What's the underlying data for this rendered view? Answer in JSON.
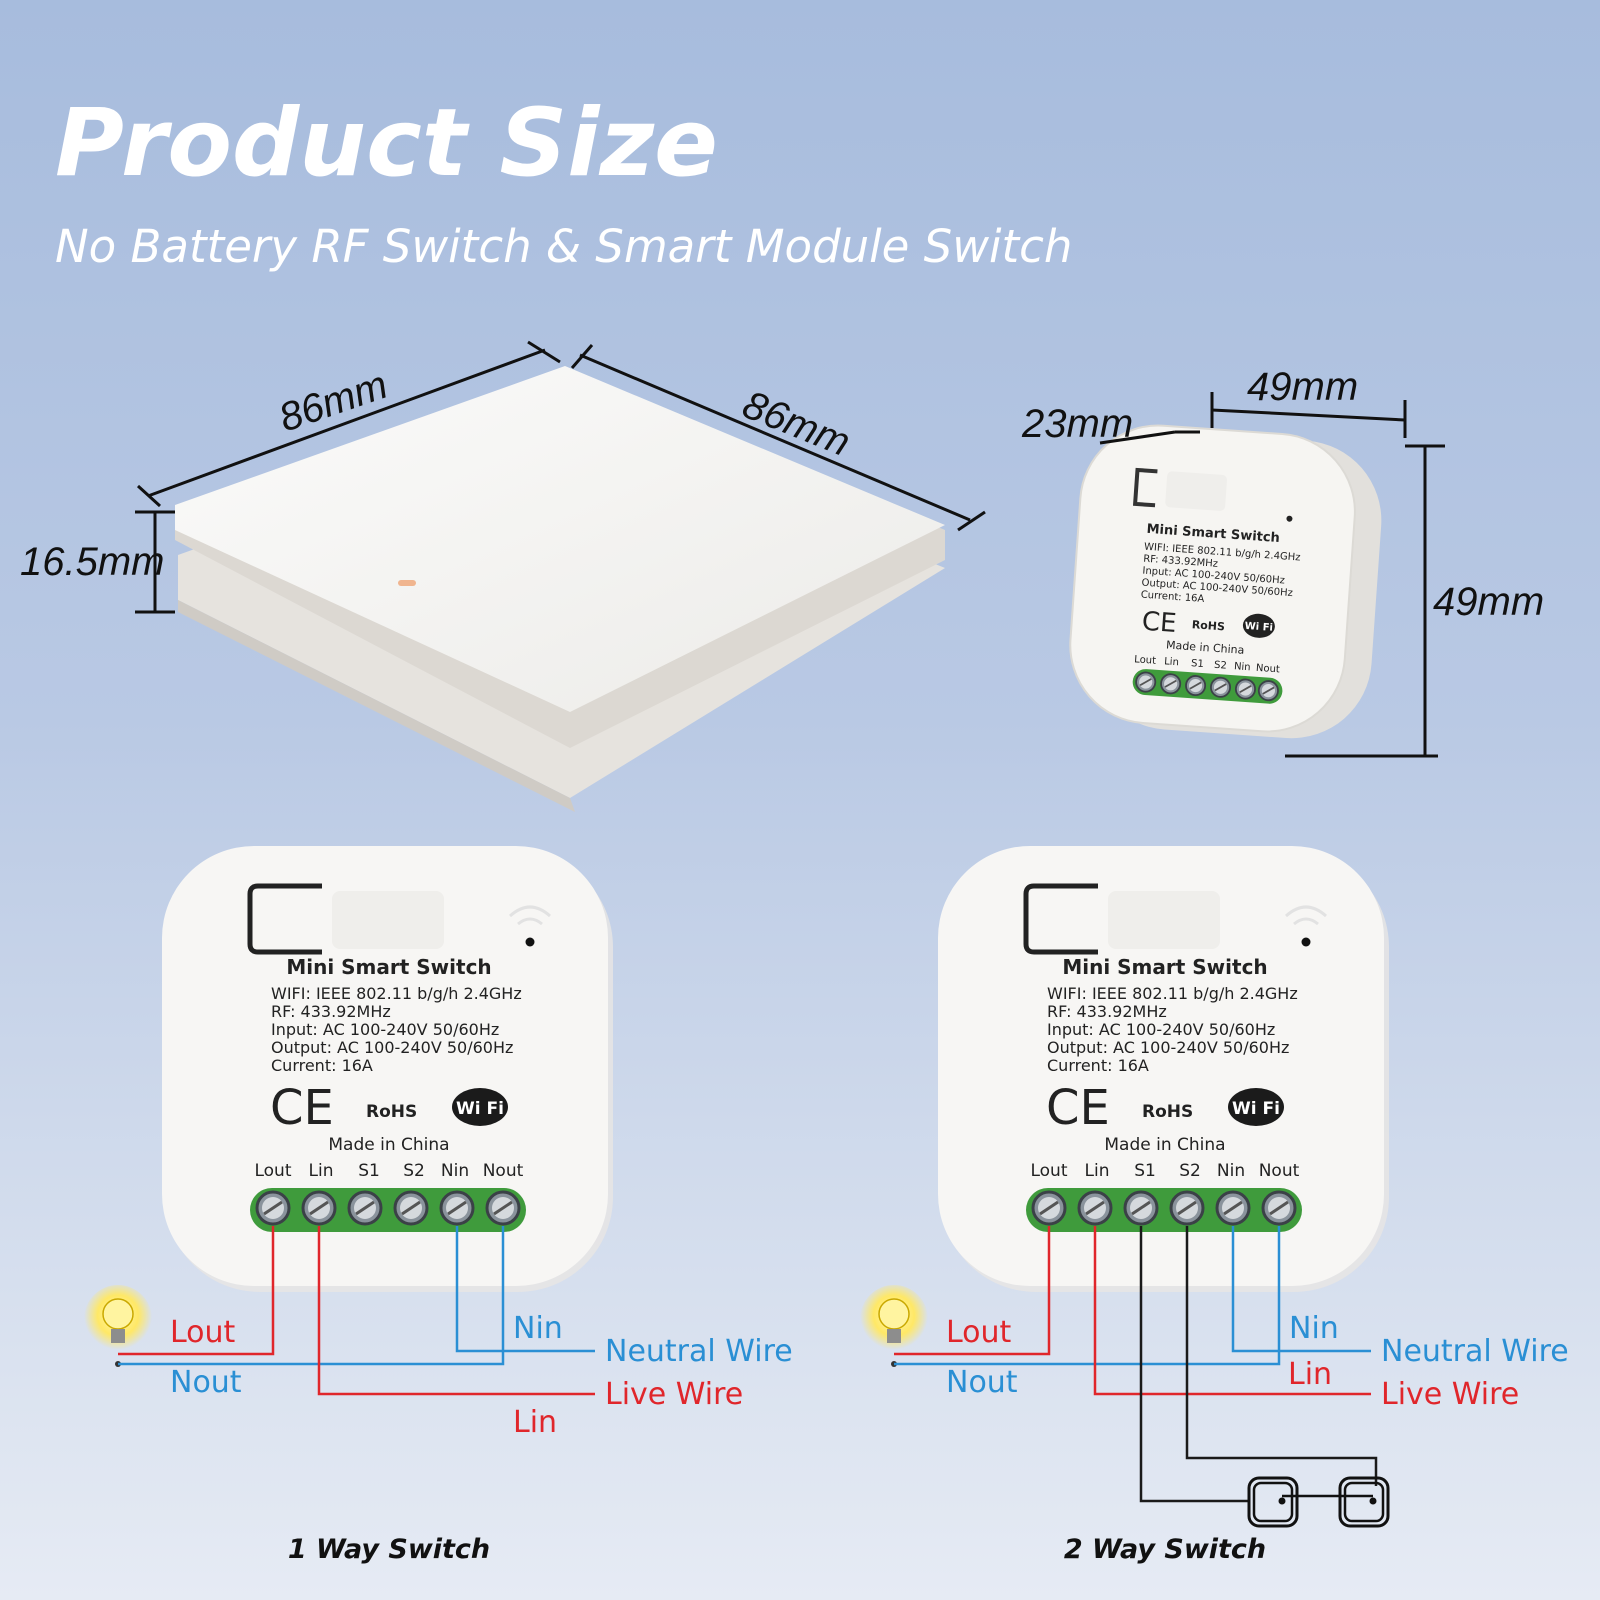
{
  "header": {
    "title": "Product Size",
    "subtitle": "No Battery RF Switch & Smart Module Switch"
  },
  "rf_switch": {
    "width_label": "86mm",
    "depth_label": "86mm",
    "height_label": "16.5mm"
  },
  "module_dims": {
    "depth_label": "23mm",
    "width_label": "49mm",
    "height_label": "49mm"
  },
  "module_label": {
    "name": "Mini Smart Switch",
    "wifi": "WIFI: IEEE 802.11 b/g/h  2.4GHz",
    "rf": "RF: 433.92MHz",
    "input": "Input:  AC 100-240V  50/60Hz",
    "output": "Output:  AC 100-240V  50/60Hz",
    "current": "Current:  16A",
    "ce": "CE",
    "rohs": "RoHS",
    "wifi_logo": "Wi Fi",
    "origin": "Made in China",
    "terminals": [
      "Lout",
      "Lin",
      "S1",
      "S2",
      "Nin",
      "Nout"
    ]
  },
  "wiring": {
    "lout": "Lout",
    "nout": "Nout",
    "nin": "Nin",
    "lin": "Lin",
    "neutral_wire": "Neutral Wire",
    "live_wire": "Live Wire"
  },
  "captions": {
    "one_way": "1 Way Switch",
    "two_way": "2 Way Switch"
  },
  "colors": {
    "live": "#e0262b",
    "neutral": "#2a8fd4",
    "switch_wire": "#1a1a1a",
    "terminal_block": "#3f9b3c"
  }
}
